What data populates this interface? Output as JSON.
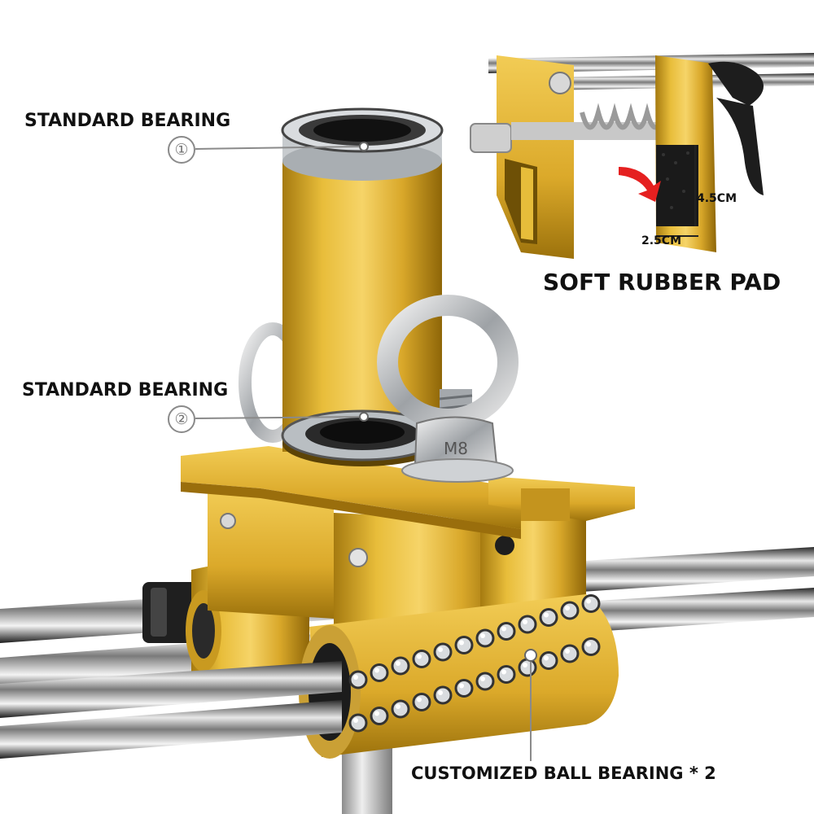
{
  "labels": {
    "bearing_top": "STANDARD BEARING",
    "bearing_bottom": "STANDARD BEARING",
    "rubber_pad": "SOFT RUBBER PAD",
    "ball_bearing": "CUSTOMIZED BALL BEARING * 2",
    "pad_height": "4.5CM",
    "pad_width": "2.5CM",
    "eyebolt_mark": "M8"
  },
  "markers": {
    "first": "①",
    "second": "②"
  },
  "colors": {
    "gold": "#e2b22a",
    "gold_dark": "#a87a0c",
    "steel": "#bfc3c7",
    "arrow": "#e52020",
    "text": "#111111"
  }
}
